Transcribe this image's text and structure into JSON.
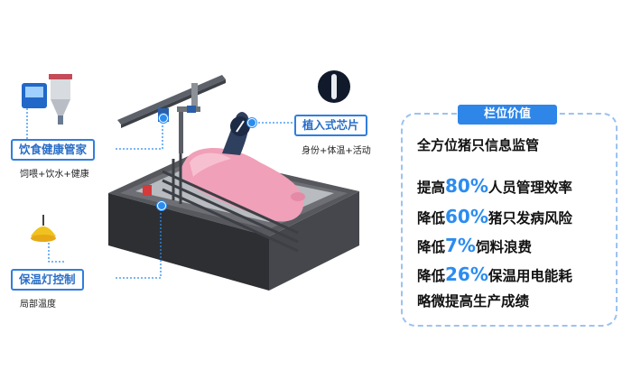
{
  "labels": {
    "feeding": {
      "title": "饮食健康管家",
      "subtitle": "饲喂+饮水+健康"
    },
    "heat_lamp": {
      "title": "保温灯控制",
      "subtitle": "局部温度"
    },
    "chip": {
      "title": "植入式芯片",
      "subtitle": "身份+体温+活动"
    }
  },
  "panel": {
    "header": "栏位价值",
    "subtitle": "全方位猪只信息监管",
    "stats": [
      {
        "prefix": "提高",
        "value": "80%",
        "suffix": "人员管理效率"
      },
      {
        "prefix": "降低",
        "value": "60%",
        "suffix": "猪只发病风险"
      },
      {
        "prefix": "降低",
        "value": "7%",
        "suffix": "饲料浪费"
      },
      {
        "prefix": "降低",
        "value": "26%",
        "suffix": "保温用电能耗"
      }
    ],
    "closing": "略微提高生产成绩"
  },
  "colors": {
    "accent": "#2b8cf0",
    "border": "#2f7fde",
    "panel_border": "#9cc3ef"
  }
}
